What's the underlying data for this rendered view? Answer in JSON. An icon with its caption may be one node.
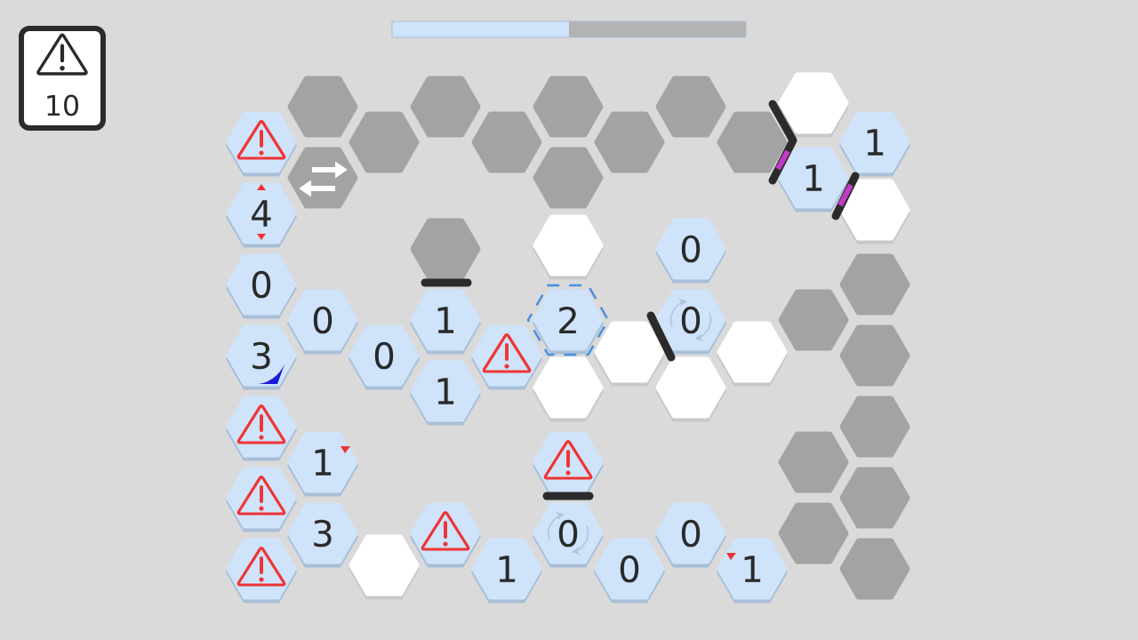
{
  "diagram": {
    "nodes": [
      {
        "text": [
          "10"
        ]
      },
      {
        "text": [],
        "shape": "hexagon"
      },
      {
        "text": [],
        "shape": "hexagon"
      },
      {
        "text": [],
        "shape": "hexagon"
      },
      {
        "text": [],
        "shape": "hexagon"
      },
      {
        "text": [],
        "shape": "hexagon"
      },
      {
        "text": [],
        "shape": "hexagon"
      },
      {
        "text": [],
        "shape": "hexagon"
      },
      {
        "text": [],
        "shape": "hexagon"
      },
      {
        "text": [],
        "shape": "hexagon"
      },
      {
        "text": [],
        "shape": "hexagon"
      },
      {
        "text": [
          "1"
        ]
      },
      {
        "text": [],
        "shape": "hexagon"
      },
      {
        "text": [],
        "shape": "hexagon"
      },
      {
        "text": [
          "1"
        ]
      },
      {
        "text": [
          "4"
        ]
      },
      {
        "text": [],
        "shape": "hexagon"
      },
      {
        "text": [],
        "shape": "hexagon"
      },
      {
        "text": [],
        "shape": "hexagon"
      },
      {
        "text": [
          "0"
        ]
      },
      {
        "text": [
          "0"
        ]
      },
      {
        "text": [],
        "shape": "hexagon"
      },
      {
        "text": [
          "0"
        ]
      },
      {
        "text": [
          "1"
        ]
      },
      {
        "text": [
          "2"
        ]
      },
      {
        "text": [
          "0"
        ]
      },
      {
        "text": [],
        "shape": "hexagon"
      },
      {
        "text": [
          "3"
        ]
      },
      {
        "text": [
          "0"
        ]
      },
      {
        "text": [],
        "shape": "hexagon"
      },
      {
        "text": [],
        "shape": "hexagon"
      },
      {
        "text": [],
        "shape": "hexagon"
      },
      {
        "text": [],
        "shape": "hexagon"
      },
      {
        "text": [
          "1"
        ]
      },
      {
        "text": [],
        "shape": "hexagon"
      },
      {
        "text": [],
        "shape": "hexagon"
      },
      {
        "text": [],
        "shape": "hexagon"
      },
      {
        "text": [],
        "shape": "hexagon"
      },
      {
        "text": [
          "1"
        ]
      },
      {
        "text": [],
        "shape": "hexagon"
      },
      {
        "text": [],
        "shape": "hexagon"
      },
      {
        "text": [],
        "shape": "hexagon"
      },
      {
        "text": [],
        "shape": "hexagon"
      },
      {
        "text": [
          "3"
        ]
      },
      {
        "text": [],
        "shape": "hexagon"
      },
      {
        "text": [
          "0"
        ]
      },
      {
        "text": [
          "0"
        ]
      },
      {
        "text": [],
        "shape": "hexagon"
      },
      {
        "text": [],
        "shape": "hexagon"
      },
      {
        "text": [],
        "shape": "hexagon"
      },
      {
        "text": [
          "1"
        ]
      },
      {
        "text": [
          "0"
        ]
      },
      {
        "text": [
          "1"
        ]
      },
      {
        "text": [],
        "shape": "hexagon"
      }
    ]
  }
}
